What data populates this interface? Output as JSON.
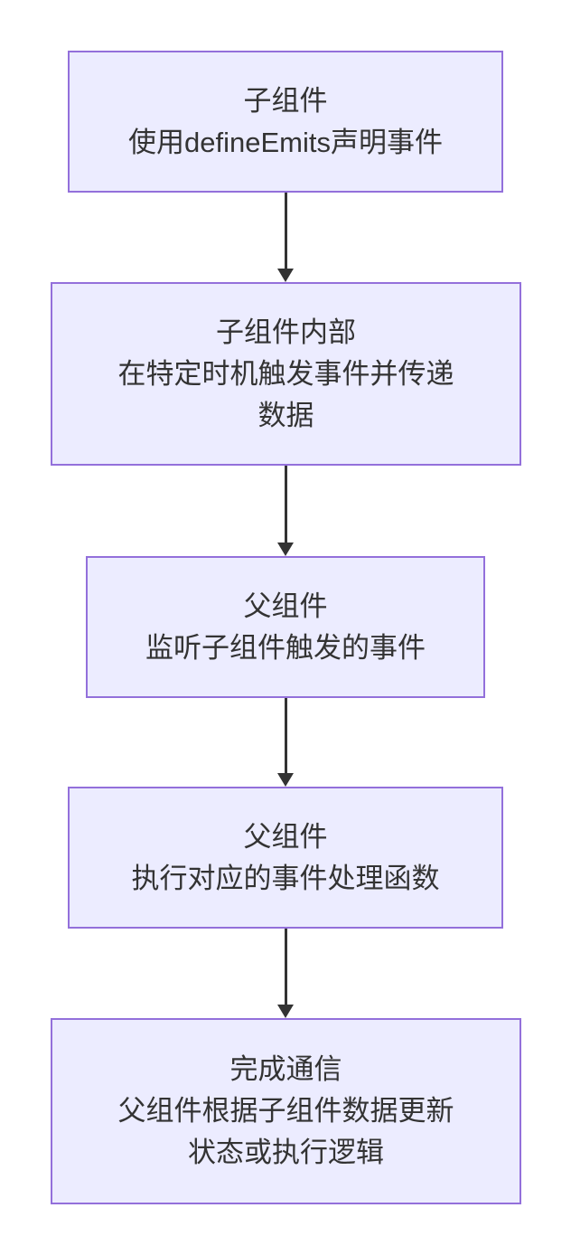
{
  "flowchart": {
    "nodes": [
      {
        "name": "child-declare-emits",
        "lines": [
          "子组件",
          "使用defineEmits声明事件"
        ]
      },
      {
        "name": "child-emit-event",
        "lines": [
          "子组件内部",
          "在特定时机触发事件并传递",
          "数据"
        ]
      },
      {
        "name": "parent-listen",
        "lines": [
          "父组件",
          "监听子组件触发的事件"
        ]
      },
      {
        "name": "parent-handler",
        "lines": [
          "父组件",
          "执行对应的事件处理函数"
        ]
      },
      {
        "name": "communication-complete",
        "lines": [
          "完成通信",
          "父组件根据子组件数据更新",
          "状态或执行逻辑"
        ]
      }
    ],
    "colors": {
      "node_fill": "#ECECFF",
      "node_border": "#9370DB",
      "arrow": "#333333",
      "text": "#333333",
      "background": "#FFFFFF"
    }
  }
}
